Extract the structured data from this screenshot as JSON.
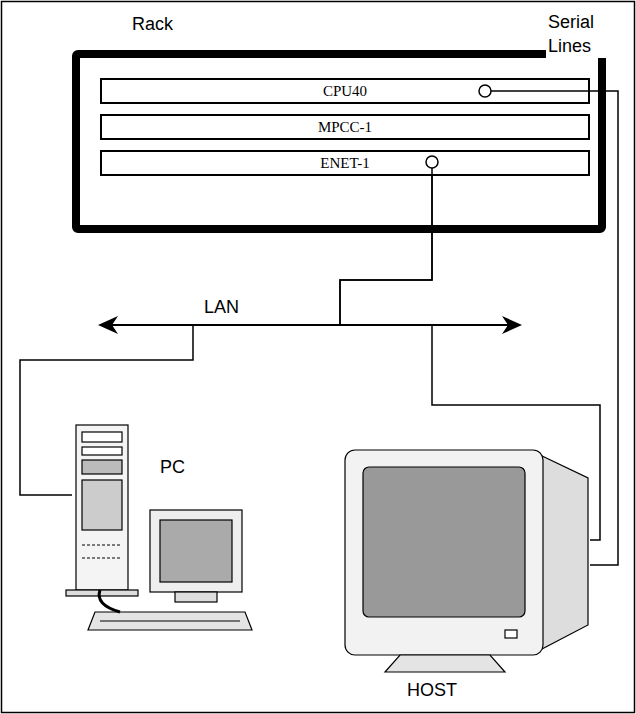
{
  "diagram": {
    "nodes": [
      {
        "text": [
          "Rack"
        ]
      },
      {
        "text": [
          "CPU40"
        ],
        "in": 0
      },
      {
        "text": [
          "MPCC-1"
        ],
        "in": 0
      },
      {
        "text": [
          "ENET-1"
        ],
        "in": 0
      },
      {
        "text": [
          "PC"
        ]
      },
      {
        "text": [
          "HOST"
        ]
      }
    ],
    "edges": [
      {
        "from": 1,
        "to": 5,
        "arrow": "none"
      },
      {
        "from": 3,
        "to": 4,
        "arrow": "none"
      },
      {
        "from": 3,
        "to": 5,
        "arrow": "none"
      }
    ],
    "labels": [
      "Serial Lines",
      "LAN"
    ]
  }
}
